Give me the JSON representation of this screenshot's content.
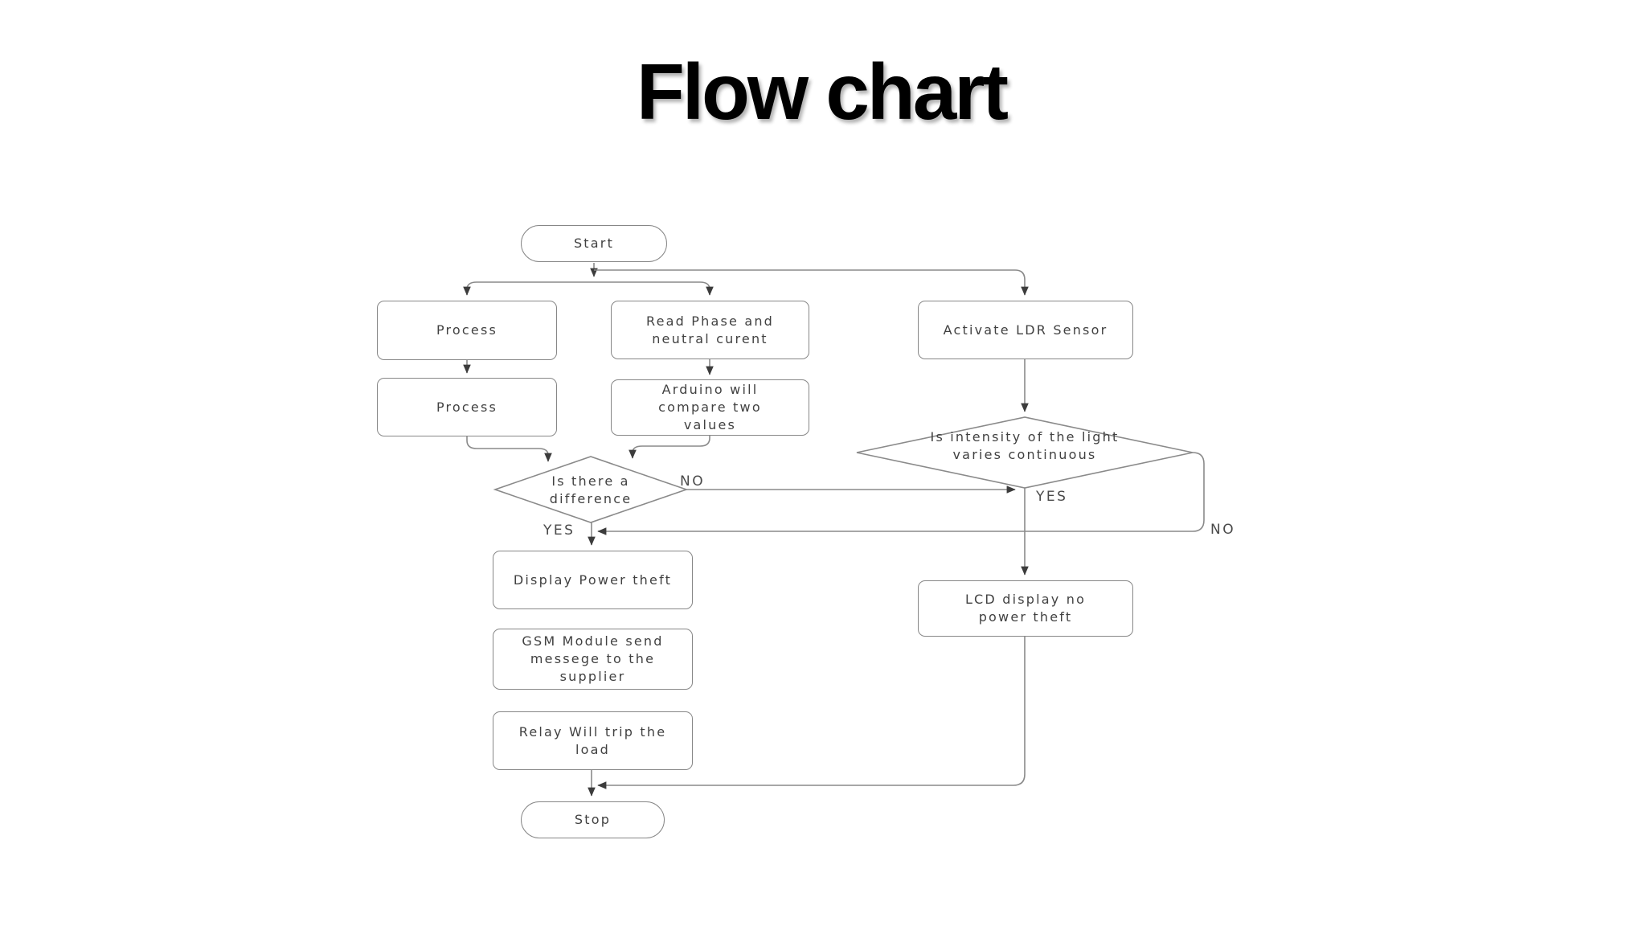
{
  "title": "Flow chart",
  "diagram": {
    "nodes": {
      "start": "Start",
      "process1": "Process",
      "read_phase": "Read Phase and\nneutral curent",
      "activate_ldr": "Activate LDR Sensor",
      "process2": "Process",
      "arduino": "Arduino will\ncompare two\nvalues",
      "difference": "Is there a\ndifference",
      "intensity": "Is intensity of the light\nvaries continuous",
      "display_theft": "Display Power theft",
      "gsm": "GSM Module send\nmessege to the\nsupplier",
      "relay": "Relay Will trip the\nload",
      "lcd": "LCD display no\npower theft",
      "stop": "Stop"
    },
    "edge_labels": {
      "difference_no": "NO",
      "difference_yes": "YES",
      "intensity_yes": "YES",
      "intensity_no": "NO"
    },
    "edges": [
      {
        "from": "Start",
        "to": "Process",
        "label": ""
      },
      {
        "from": "Start",
        "to": "Read Phase and neutral curent",
        "label": ""
      },
      {
        "from": "Start",
        "to": "Activate LDR Sensor",
        "label": ""
      },
      {
        "from": "Process",
        "to": "Process",
        "label": ""
      },
      {
        "from": "Read Phase and neutral curent",
        "to": "Arduino will compare two values",
        "label": ""
      },
      {
        "from": "Process",
        "to": "Is there a difference",
        "label": ""
      },
      {
        "from": "Arduino will compare two values",
        "to": "Is there a difference",
        "label": ""
      },
      {
        "from": "Activate LDR Sensor",
        "to": "Is intensity of the light varies continuous",
        "label": ""
      },
      {
        "from": "Is there a difference",
        "to": "Is intensity of the light varies continuous",
        "label": "NO"
      },
      {
        "from": "Is there a difference",
        "to": "Display Power theft",
        "label": "YES"
      },
      {
        "from": "Is intensity of the light varies continuous",
        "to": "LCD display no power theft",
        "label": "YES"
      },
      {
        "from": "Is intensity of the light varies continuous",
        "to": "Display Power theft",
        "label": "NO"
      },
      {
        "from": "Display Power theft",
        "to": "GSM Module send messege to the supplier",
        "label": ""
      },
      {
        "from": "GSM Module send messege to the supplier",
        "to": "Relay Will trip the load",
        "label": ""
      },
      {
        "from": "Relay Will trip the load",
        "to": "Stop",
        "label": ""
      },
      {
        "from": "LCD display no power theft",
        "to": "Stop",
        "label": ""
      }
    ],
    "colors": {
      "background": "#ffffff",
      "line": "#8a8a8a",
      "node_border": "#878787",
      "node_text": "#414141",
      "arrowhead": "#3c3c3c",
      "title": "#000000"
    }
  }
}
